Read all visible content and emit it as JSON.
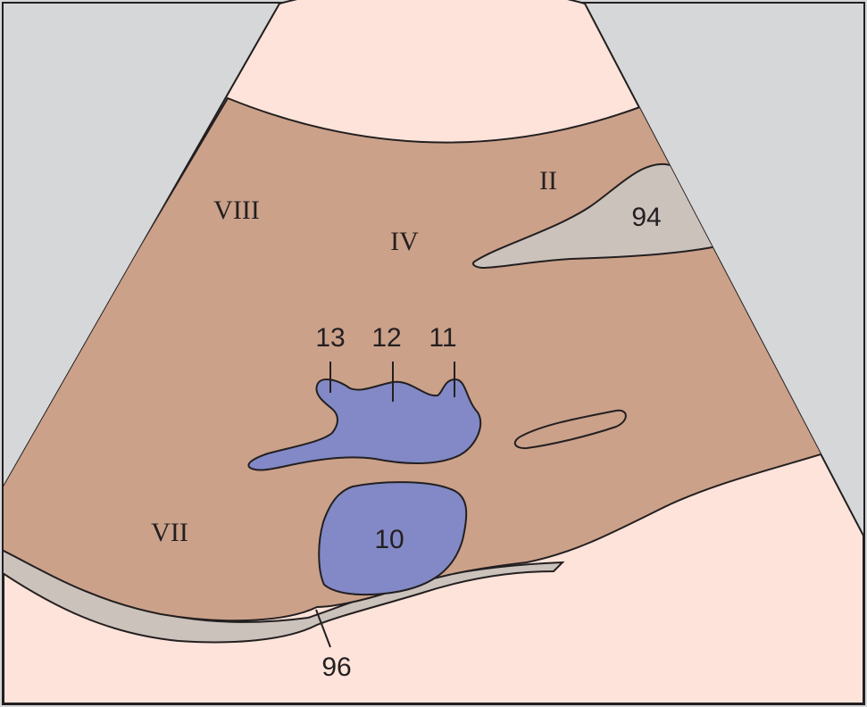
{
  "colors": {
    "background": "#d6d7d9",
    "skin": "#fde3d9",
    "liver": "#cba18a",
    "vessel_blue": "#8289c6",
    "gray_fat": "#cbc2bb",
    "outline": "#231f20"
  },
  "labels": {
    "segment_viii": "VIII",
    "segment_ii": "II",
    "segment_iv": "IV",
    "segment_vii": "VII",
    "n13": "13",
    "n12": "12",
    "n11": "11",
    "n10": "10",
    "n94": "94",
    "n96": "96"
  }
}
